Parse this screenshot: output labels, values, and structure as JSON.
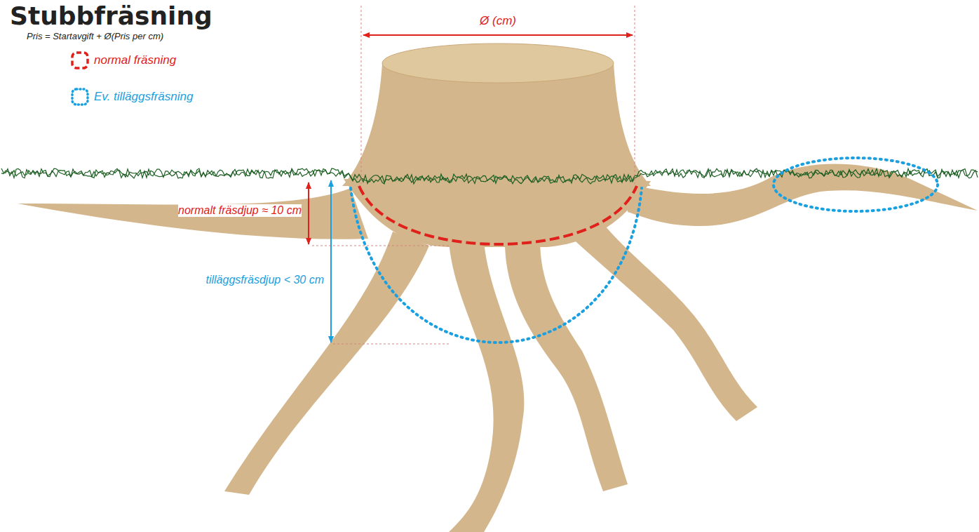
{
  "diagram": {
    "title": "Stubbfräsning",
    "labels": [
      "Pris = Startavgift + Ø(Pris per cm)",
      "Ø (cm)",
      "normalt fräsdjup ≈ 10 cm",
      "tilläggsfräsdjup < 30 cm"
    ],
    "legend": [
      {
        "text": "normal fräsning"
      },
      {
        "text": "Ev. tilläggsfräsning"
      }
    ]
  }
}
